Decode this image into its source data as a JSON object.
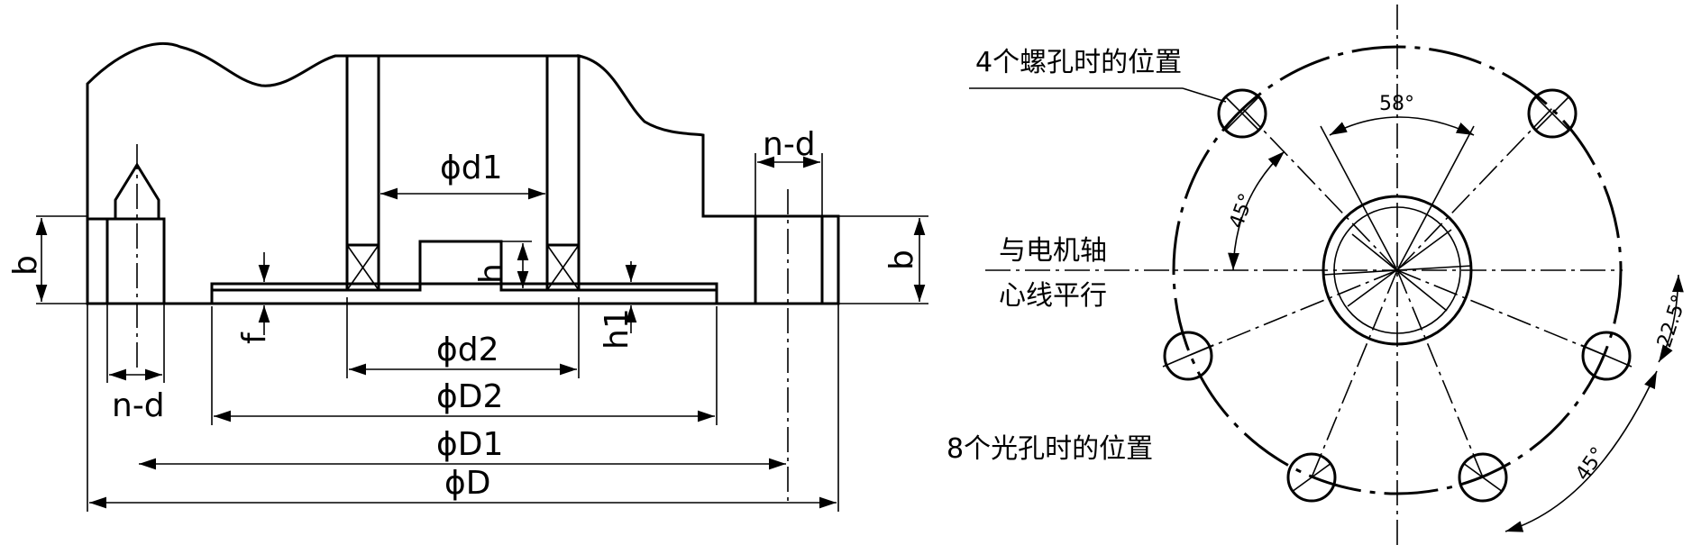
{
  "section_view": {
    "dims": {
      "d1": "ϕd1",
      "d2": "ϕd2",
      "D2": "ϕD2",
      "D1": "ϕD1",
      "D": "ϕD",
      "nd_left": "n-d",
      "nd_right": "n-d",
      "b_left": "b",
      "b_right": "b",
      "h": "h",
      "h1": "h1",
      "f": "f"
    }
  },
  "hole_view": {
    "labels": {
      "four_holes": "4个螺孔时的位置",
      "parallel_line1": "与电机轴",
      "parallel_line2": "心线平行",
      "eight_holes": "8个光孔时的位置"
    },
    "angles": {
      "a58": "58°",
      "a45_left": "45°",
      "a22_5": "22.5°",
      "a45_right": "45°"
    }
  }
}
